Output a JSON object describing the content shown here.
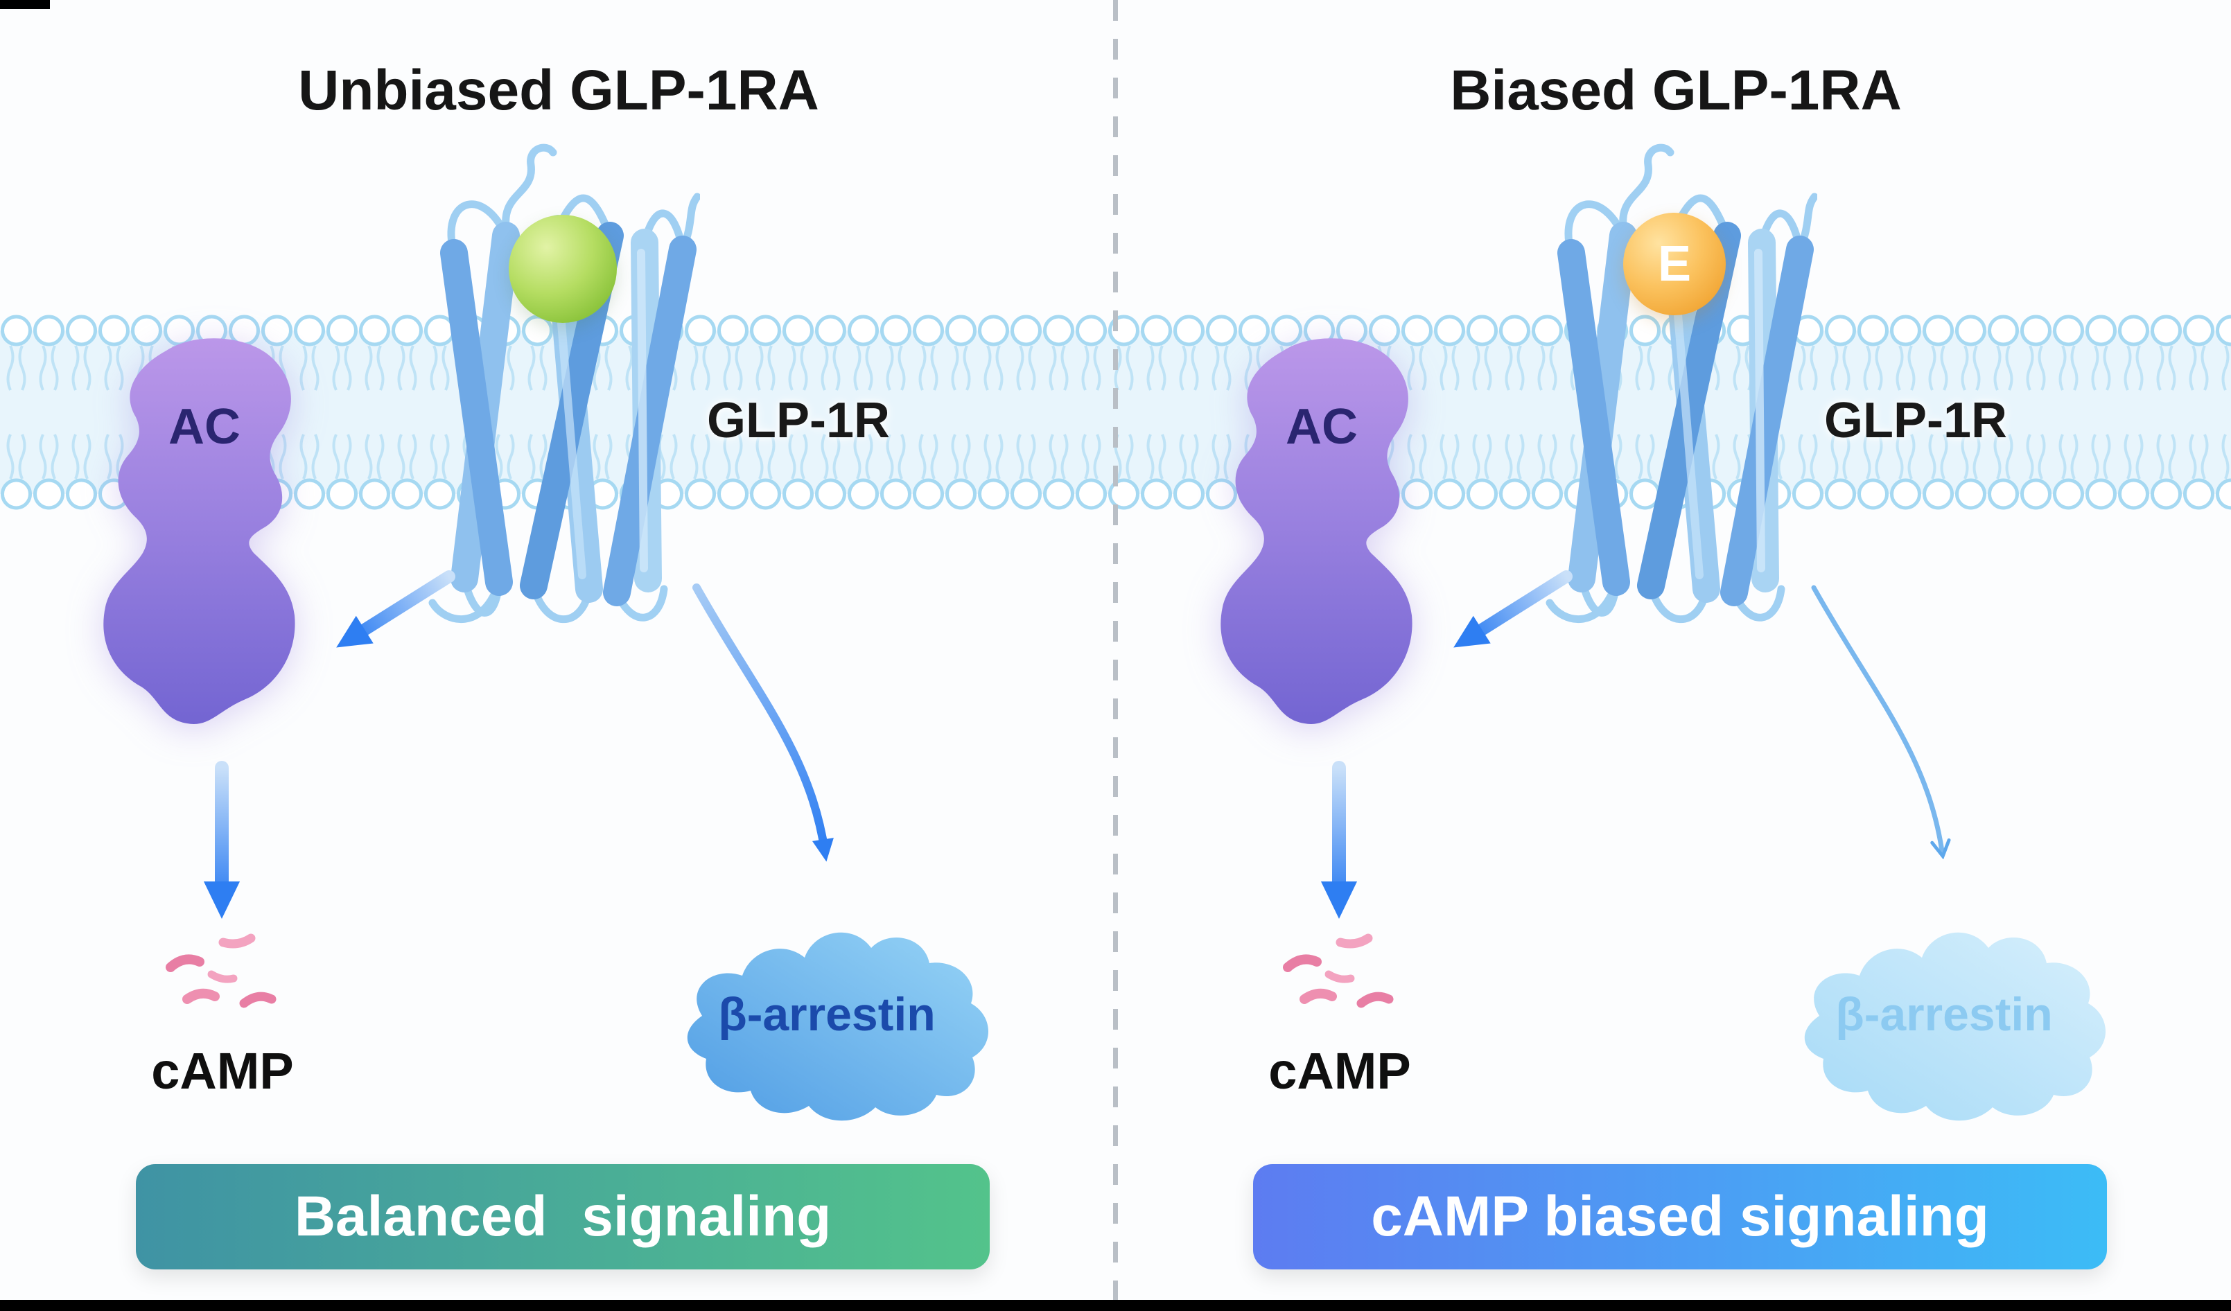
{
  "page": {
    "background": "#fcfdfe",
    "frame_bar_color": "#000000",
    "divider_style": "dashed-vertical"
  },
  "membrane": {
    "name": "cell-membrane-lipid-bilayer",
    "fill": "#e8f5fc",
    "lipid_stroke": "#a6d9f2"
  },
  "panels": [
    {
      "title": "Unbiased GLP-1RA",
      "ligand": {
        "label": "",
        "color": "#8fc63f",
        "shape": "sphere"
      },
      "receptor_label": "GLP-1R",
      "enzyme_label": "AC",
      "second_messenger_label": "cAMP",
      "arrestin_label": "β-arrestin",
      "arrestin_pathway_strength": "strong",
      "banner": {
        "text": "Balanced signaling",
        "gradient_start": "#3f93a4",
        "gradient_end": "#53c38b"
      }
    },
    {
      "title": "Biased GLP-1RA",
      "ligand": {
        "label": "E",
        "color": "#f2a838",
        "shape": "sphere"
      },
      "receptor_label": "GLP-1R",
      "enzyme_label": "AC",
      "second_messenger_label": "cAMP",
      "arrestin_label": "β-arrestin",
      "arrestin_pathway_strength": "weak",
      "banner": {
        "text": "cAMP biased signaling",
        "gradient_start": "#5d7cf1",
        "gradient_end": "#3cbcf6"
      }
    }
  ]
}
